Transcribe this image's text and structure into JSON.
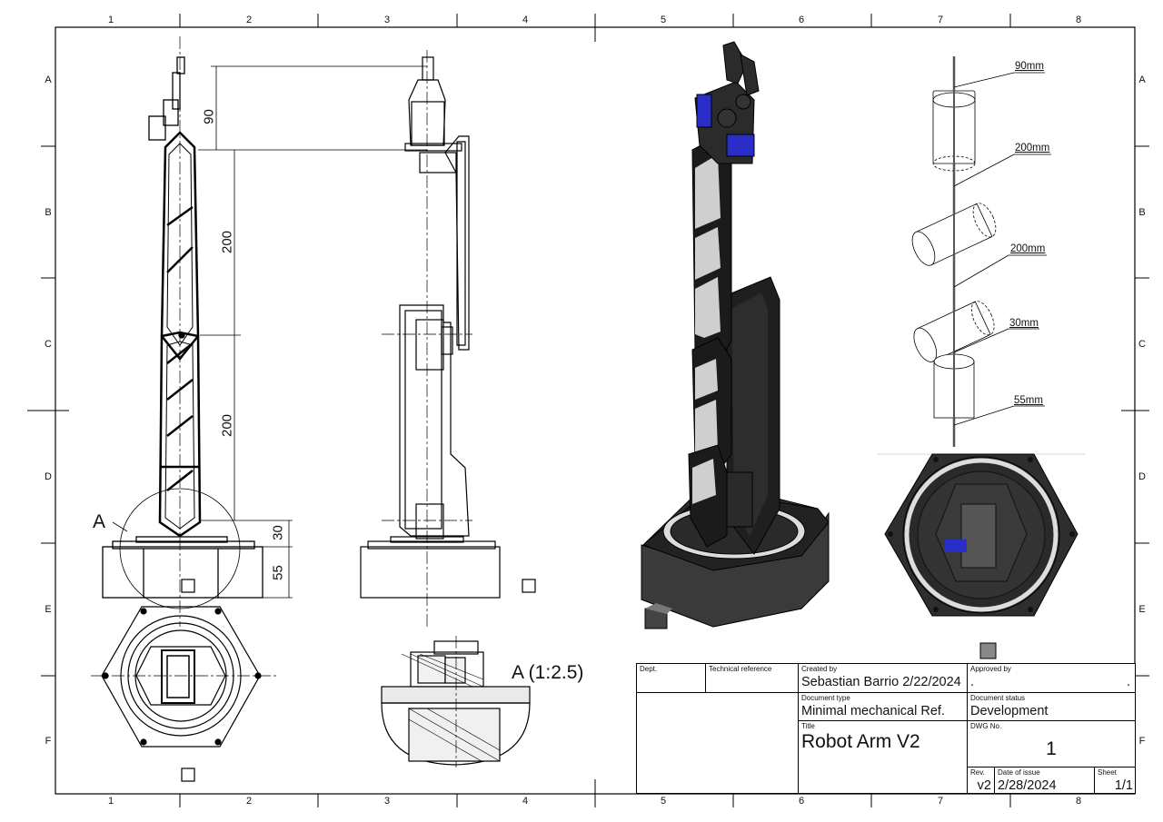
{
  "zones": {
    "columns": [
      "1",
      "2",
      "3",
      "4",
      "5",
      "6",
      "7",
      "8"
    ],
    "rows": [
      "A",
      "B",
      "C",
      "D",
      "E",
      "F"
    ]
  },
  "dimensions": {
    "front": {
      "gripper": "90",
      "upper_arm": "200",
      "lower_arm": "200",
      "joint": "30",
      "base": "55"
    },
    "exploded": [
      "90mm",
      "200mm",
      "200mm",
      "30mm",
      "55mm"
    ]
  },
  "detail": {
    "callout": "A",
    "label": "A (1:2.5)"
  },
  "title_block": {
    "dept_label": "Dept.",
    "tech_ref_label": "Technical reference",
    "created_by_label": "Created by",
    "created_by_value": "Sebastian Barrio 2/22/2024",
    "approved_by_label": "Approved by",
    "approved_by_value": ".",
    "approved_by_value2": ".",
    "doc_type_label": "Document type",
    "doc_type_value": "Minimal mechanical Ref.",
    "doc_status_label": "Document status",
    "doc_status_value": "Development",
    "title_label": "Title",
    "title_value": "Robot Arm V2",
    "dwg_no_label": "DWG No.",
    "dwg_no_value": "1",
    "rev_label": "Rev.",
    "rev_value": "v2",
    "date_label": "Date of issue",
    "date_value": "2/28/2024",
    "sheet_label": "Sheet",
    "sheet_value": "1/1"
  }
}
